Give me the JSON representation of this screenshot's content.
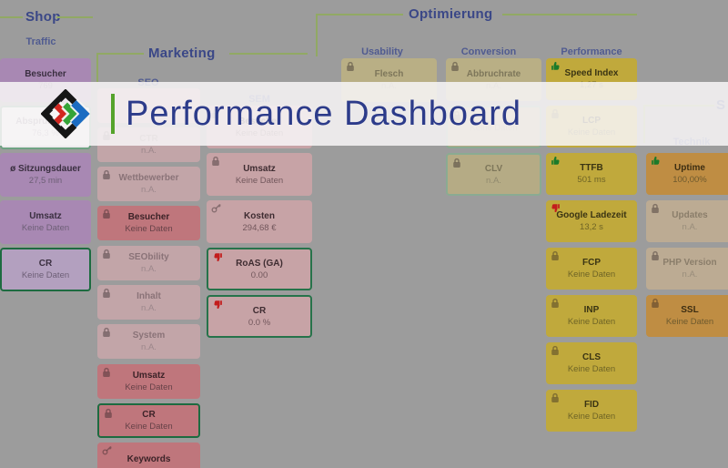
{
  "banner": {
    "title": "Performance Dashboard",
    "title_color": "#2c3b8a",
    "accent_bar_color": "#55a32b",
    "background": "rgba(247,245,246,0.87)",
    "logo_colors": {
      "frame": "#161616",
      "chevron_red": "#d3261f",
      "chevron_green": "#35a437",
      "chevron_blue": "#1b6cc2"
    }
  },
  "palette": {
    "page_background": "#9c9c9c",
    "section_line": "#91a964",
    "section_label": "#3a4787",
    "column_label": "#4a5690",
    "thumb_up_color": "#1b7a2a",
    "thumb_down_color": "#c31d1d",
    "lock_color": "rgba(40,30,32,0.4)"
  },
  "sections": [
    {
      "id": "shop",
      "label": "Shop"
    },
    {
      "id": "marketing",
      "label": "Marketing"
    },
    {
      "id": "optimierung",
      "label": "Optimierung"
    },
    {
      "id": "stabilitaet",
      "label": "S"
    }
  ],
  "card_variants": {
    "purple": {
      "bg": "#a888b3",
      "title": "#3a2f40",
      "value": "#6d5f76"
    },
    "purple_bordered": {
      "bg": "#b3a0bf",
      "title": "#3a2f40",
      "value": "#6d5f76",
      "border": "#1d6b40"
    },
    "white_bordered": {
      "bg": "#eeebee",
      "title": "#8b8490",
      "value": "#a39ca8",
      "border": "#6fa383"
    },
    "pink_faded": {
      "bg": "#c2a5a8",
      "title": "#8a7378",
      "value": "#9c878b"
    },
    "pink_dark": {
      "bg": "#bf767c",
      "title": "#3c2328",
      "value": "#664248"
    },
    "pink_dark_bordered": {
      "bg": "#bf767c",
      "title": "#3c2328",
      "value": "#664248",
      "border": "#1d6b40"
    },
    "pink": {
      "bg": "#c7a3a6",
      "title": "#3e2c31",
      "value": "#72575c"
    },
    "pink_bordered": {
      "bg": "#c7a3a6",
      "title": "#3e2c31",
      "value": "#72575c",
      "border": "#26734a"
    },
    "tan": {
      "bg": "#b9af85",
      "title": "#7d765a",
      "value": "#918a6e"
    },
    "tan_bordered": {
      "bg": "#b5ab85",
      "title": "#7d765a",
      "value": "#918a6e",
      "border": "#8aab92"
    },
    "yellow": {
      "bg": "#c0a93c",
      "title": "#3a3413",
      "value": "#6e6426"
    },
    "orange": {
      "bg": "#bf8d43",
      "title": "#3c2d12",
      "value": "#6e5a2e"
    },
    "tan_faded": {
      "bg": "#bcab93",
      "title": "#8a7d6a",
      "value": "#998d7b"
    }
  },
  "columns": [
    {
      "id": "traffic",
      "header": "Traffic",
      "cards": [
        {
          "title": "Besucher",
          "value": "769",
          "variant": "purple",
          "icon": null
        },
        {
          "title": "Absprungrate",
          "value": "76,3 %",
          "variant": "white_bordered",
          "icon": null
        },
        {
          "title": "ø Sitzungsdauer",
          "value": "27,5 min",
          "variant": "purple",
          "icon": null
        },
        {
          "title": "Umsatz",
          "value": "Keine Daten",
          "variant": "purple",
          "icon": null
        },
        {
          "title": "CR",
          "value": "Keine Daten",
          "variant": "purple_bordered",
          "icon": null
        }
      ]
    },
    {
      "id": "seo",
      "header": "SEO",
      "cards": [
        {
          "title": "",
          "value": "",
          "variant": "pink",
          "icon": null
        },
        {
          "title": "CTR",
          "value": "n.A.",
          "variant": "pink_faded",
          "icon": "lock"
        },
        {
          "title": "Wettbewerber",
          "value": "n.A.",
          "variant": "pink_faded",
          "icon": "lock"
        },
        {
          "title": "Besucher",
          "value": "Keine Daten",
          "variant": "pink_dark",
          "icon": "lock"
        },
        {
          "title": "SEObility",
          "value": "n.A.",
          "variant": "pink_faded",
          "icon": "lock"
        },
        {
          "title": "Inhalt",
          "value": "n.A.",
          "variant": "pink_faded",
          "icon": "lock"
        },
        {
          "title": "System",
          "value": "n.A.",
          "variant": "pink_faded",
          "icon": "lock"
        },
        {
          "title": "Umsatz",
          "value": "Keine Daten",
          "variant": "pink_dark",
          "icon": "lock"
        },
        {
          "title": "CR",
          "value": "Keine Daten",
          "variant": "pink_dark_bordered",
          "icon": "lock"
        },
        {
          "title": "Keywords",
          "value": "",
          "variant": "pink_dark",
          "icon": "key"
        }
      ]
    },
    {
      "id": "sem",
      "header": "SEM",
      "cards": [
        {
          "title": "Besucher",
          "value": "Keine Daten",
          "variant": "pink",
          "icon": "lock"
        },
        {
          "title": "Umsatz",
          "value": "Keine Daten",
          "variant": "pink",
          "icon": "lock"
        },
        {
          "title": "Kosten",
          "value": "294,68 €",
          "variant": "pink",
          "icon": "key"
        },
        {
          "title": "RoAS (GA)",
          "value": "0.00",
          "variant": "pink_bordered",
          "icon": "thumb_down"
        },
        {
          "title": "CR",
          "value": "0.0 %",
          "variant": "pink_bordered",
          "icon": "thumb_down"
        }
      ]
    },
    {
      "id": "usability",
      "header": "Usability",
      "cards": [
        {
          "title": "Flesch",
          "value": "n.A.",
          "variant": "tan",
          "icon": "lock"
        }
      ]
    },
    {
      "id": "conversion",
      "header": "Conversion",
      "cards": [
        {
          "title": "Abbruchrate",
          "value": "n.A.",
          "variant": "tan",
          "icon": "lock"
        },
        {
          "title": "",
          "value": "Keine Daten",
          "variant": "tan_bordered",
          "icon": "lock"
        },
        {
          "title": "CLV",
          "value": "n.A.",
          "variant": "tan_bordered",
          "icon": "lock"
        }
      ]
    },
    {
      "id": "performance",
      "header": "Performance",
      "cards": [
        {
          "title": "Speed Index",
          "value": "1,27 s",
          "variant": "yellow",
          "icon": "thumb_up"
        },
        {
          "title": "LCP",
          "value": "Keine Daten",
          "variant": "yellow",
          "icon": "lock"
        },
        {
          "title": "TTFB",
          "value": "501 ms",
          "variant": "yellow",
          "icon": "thumb_up"
        },
        {
          "title": "Google Ladezeit",
          "value": "13,2 s",
          "variant": "yellow",
          "icon": "thumb_down"
        },
        {
          "title": "FCP",
          "value": "Keine Daten",
          "variant": "yellow",
          "icon": "lock"
        },
        {
          "title": "INP",
          "value": "Keine Daten",
          "variant": "yellow",
          "icon": "lock"
        },
        {
          "title": "CLS",
          "value": "Keine Daten",
          "variant": "yellow",
          "icon": "lock"
        },
        {
          "title": "FID",
          "value": "Keine Daten",
          "variant": "yellow",
          "icon": "lock"
        }
      ]
    },
    {
      "id": "technik",
      "header": "Technik",
      "cards": [
        {
          "title": "Uptime",
          "value": "100,00%",
          "variant": "orange",
          "icon": "thumb_up"
        },
        {
          "title": "Updates",
          "value": "n.A.",
          "variant": "tan_faded",
          "icon": "lock"
        },
        {
          "title": "PHP Version",
          "value": "n.A.",
          "variant": "tan_faded",
          "icon": "lock"
        },
        {
          "title": "SSL",
          "value": "Keine Daten",
          "variant": "orange",
          "icon": "lock"
        }
      ]
    }
  ]
}
